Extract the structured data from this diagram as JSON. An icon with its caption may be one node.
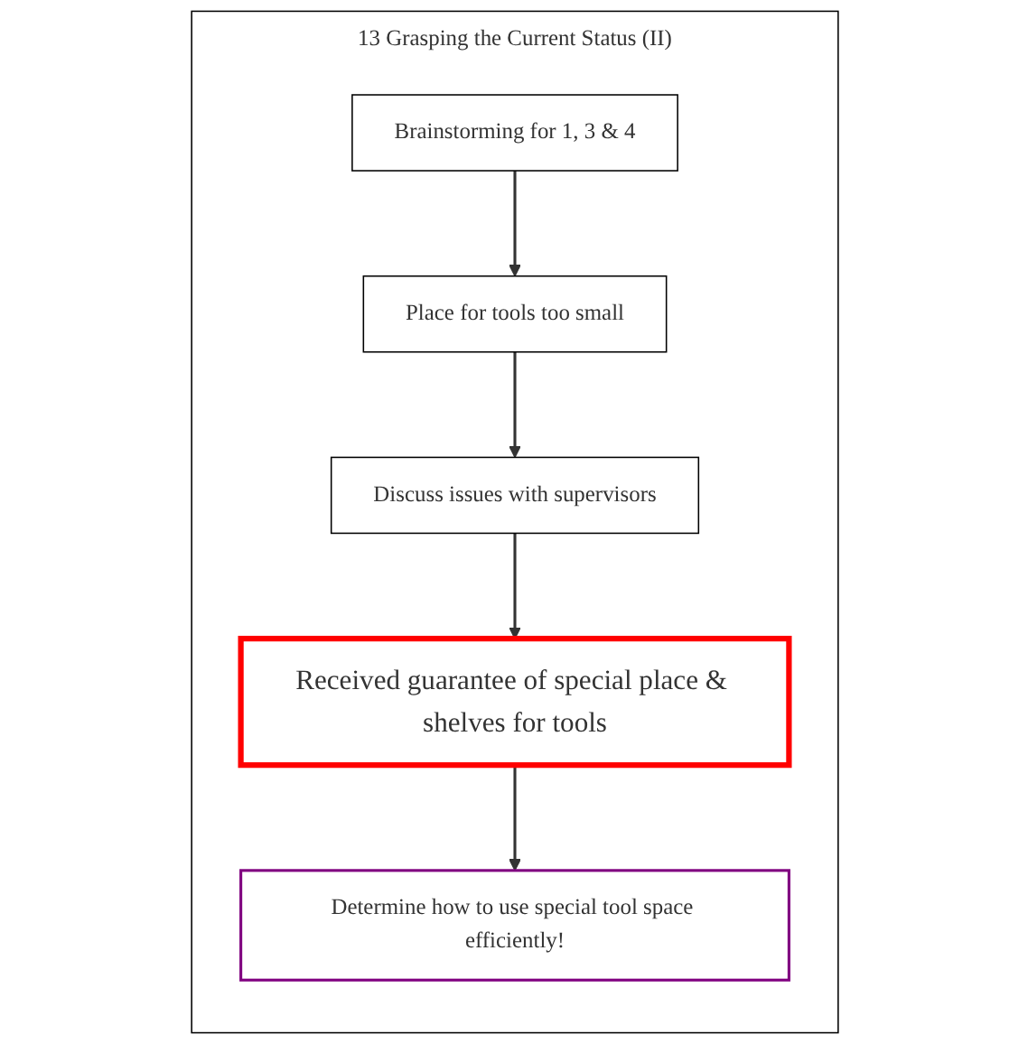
{
  "diagram": {
    "nodes": [
      {
        "text": [
          "13 Grasping the Current Status (II)"
        ]
      },
      {
        "text": [
          "Brainstorming for 1, 3 & 4"
        ],
        "in": 0
      },
      {
        "text": [
          "Place for tools too small"
        ],
        "in": 0
      },
      {
        "text": [
          "Discuss issues with supervisors"
        ],
        "in": 0
      },
      {
        "text": [
          "Received guarantee of special place & shelves for tools"
        ],
        "in": 0
      },
      {
        "text": [
          "Determine how to use special tool space efficiently!"
        ],
        "in": 0
      }
    ],
    "edges": [
      {
        "from": 1,
        "to": 2,
        "arrow": "to"
      },
      {
        "from": 2,
        "to": 3,
        "arrow": "to"
      },
      {
        "from": 3,
        "to": 4,
        "arrow": "to"
      },
      {
        "from": 4,
        "to": 5,
        "arrow": "to"
      }
    ]
  }
}
